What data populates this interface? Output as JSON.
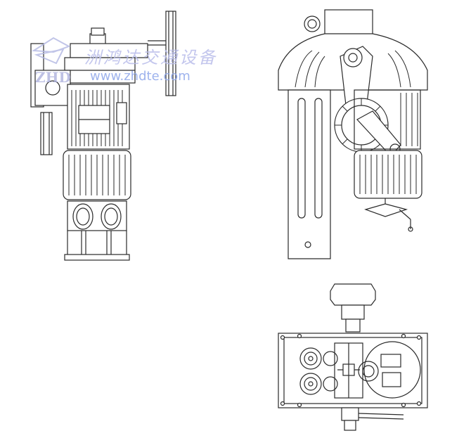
{
  "watermark": {
    "company_name": "洲鸿达交通设备",
    "website": "www.zhdte.com",
    "logo_text": "ZHD"
  },
  "colors": {
    "line": "#2a2a2a",
    "watermark": "#9aa8e6",
    "background": "#ffffff"
  }
}
